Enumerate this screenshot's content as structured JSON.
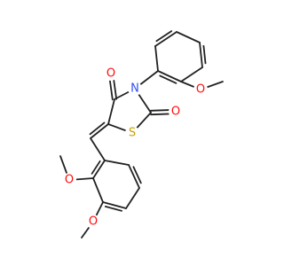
{
  "colors": {
    "bond": "#222222",
    "oxygen": "#ff0d0d",
    "nitrogen": "#3050f8",
    "sulfur": "#c8a000",
    "background": "#ffffff"
  },
  "molecule": {
    "labels": {
      "o_carbonyl_4": "O",
      "n_ring": "N",
      "o_carbonyl_2": "O",
      "s_ring": "S",
      "o_methoxy_top": "O",
      "o_methoxy_a": "O",
      "o_methoxy_b": "O"
    }
  }
}
